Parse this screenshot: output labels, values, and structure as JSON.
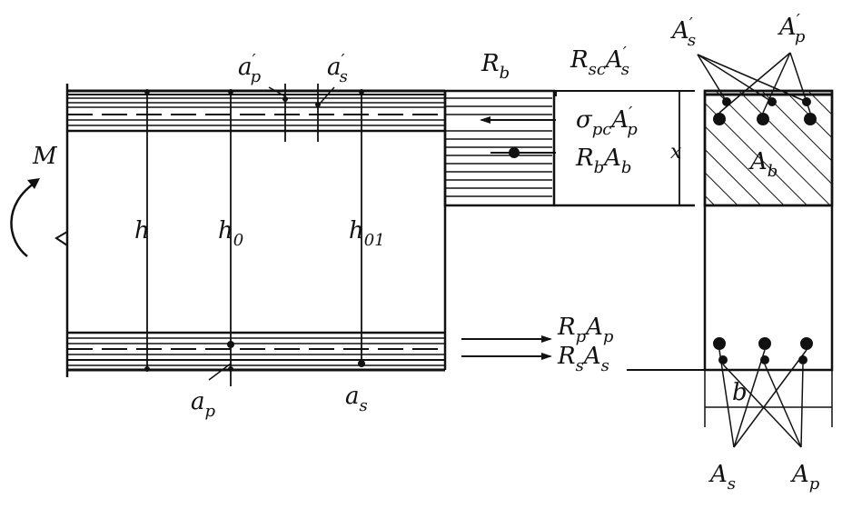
{
  "labels": {
    "moment": "M",
    "h": "h",
    "h0": "h",
    "h0_sub": "0",
    "h01": "h",
    "h01_sub": "01",
    "a_p_prime": "a",
    "a_p_prime_sup": "′",
    "a_p_prime_sub": "p",
    "a_s_prime": "a",
    "a_s_prime_sup": "′",
    "a_s_prime_sub": "s",
    "a_p": "a",
    "a_p_sub": "p",
    "a_s": "a",
    "a_s_sub": "s",
    "Rb": "R",
    "Rb_sub": "b",
    "x": "x",
    "Ab": "A",
    "Ab_sub": "b",
    "b": "b",
    "As_prime": "A",
    "As_prime_sup": "′",
    "As_prime_sub": "s",
    "Ap_prime": "A",
    "Ap_prime_sup": "′",
    "Ap_prime_sub": "p",
    "As": "A",
    "As_sub": "s",
    "Ap": "A",
    "Ap_sub": "p"
  },
  "forces": {
    "Rsc_As_prime": {
      "R": "R",
      "R_sub": "sc",
      "A": "A",
      "A_sup": "′",
      "A_sub": "s"
    },
    "sigma_pc_Ap_prime": {
      "s": "σ",
      "s_sub": "pc",
      "A": "A",
      "A_sup": "′",
      "A_sub": "p"
    },
    "Rb_Ab": {
      "R": "R",
      "R_sub": "b",
      "A": "A",
      "A_sub": "b"
    },
    "Rp_Ap": {
      "R": "R",
      "R_sub": "p",
      "A": "A",
      "A_sub": "p"
    },
    "Rs_As": {
      "R": "R",
      "R_sub": "s",
      "A": "A",
      "A_sub": "s"
    }
  }
}
